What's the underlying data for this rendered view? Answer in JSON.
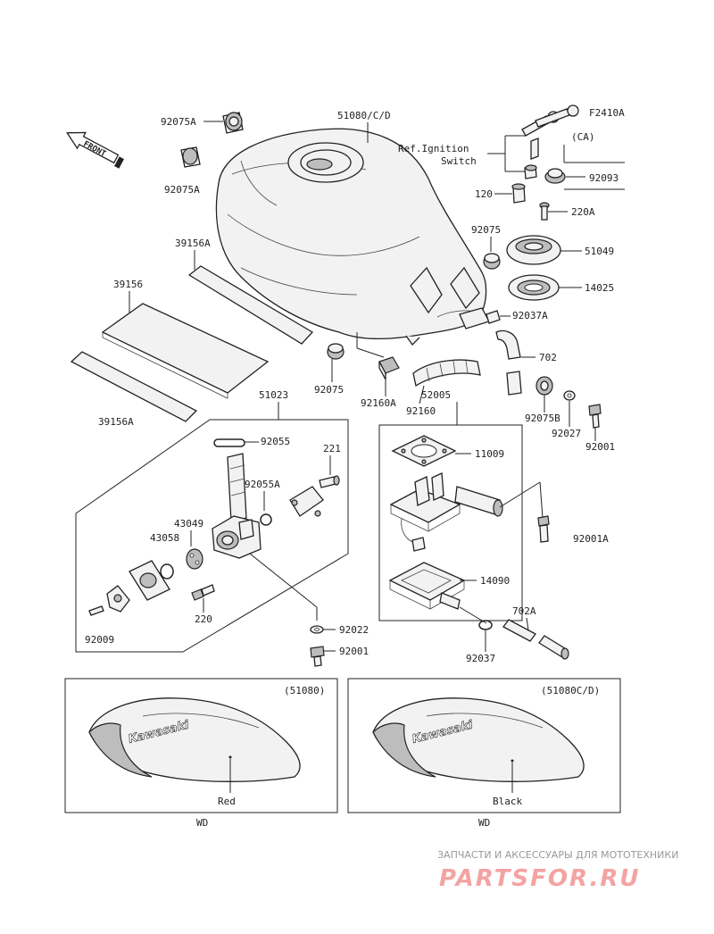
{
  "diagram": {
    "ref_code": "F2410A",
    "front_label": "FRONT",
    "ref_note_line1": "Ref.Ignition",
    "ref_note_line2": "Switch",
    "ca_label": "(CA)",
    "logo_text": "Kawasaki",
    "parts": {
      "p92075A_top": "92075A",
      "p92075A_bottom": "92075A",
      "p51080CD": "51080/C/D",
      "p39156A_top": "39156A",
      "p39156": "39156",
      "p39156A_bottom": "39156A",
      "p92093": "92093",
      "p120": "120",
      "p220A": "220A",
      "p92075_right": "92075",
      "p51049": "51049",
      "p14025": "14025",
      "p92037A": "92037A",
      "p702": "702",
      "p92075_mid": "92075",
      "p92160A": "92160A",
      "p92160": "92160",
      "p52005": "52005",
      "p92075B": "92075B",
      "p92027": "92027",
      "p92001_right": "92001",
      "p51023": "51023",
      "p92055": "92055",
      "p221": "221",
      "p92055A": "92055A",
      "p43049": "43049",
      "p43058": "43058",
      "p11009": "11009",
      "p92001A": "92001A",
      "p14090": "14090",
      "p702A": "702A",
      "p220": "220",
      "p92009": "92009",
      "p92022": "92022",
      "p92001_bottom": "92001",
      "p92037": "92037"
    },
    "variants": [
      {
        "code": "(51080)",
        "color": "Red",
        "market": "WD"
      },
      {
        "code": "(51080C/D)",
        "color": "Black",
        "market": "WD"
      }
    ]
  },
  "watermark": {
    "subtitle": "ЗАПЧАСТИ И АКСЕССУАРЫ ДЛЯ МОТОТЕХНИКИ",
    "brand": "PARTSFOR.RU",
    "color": "#f4a3a3"
  }
}
